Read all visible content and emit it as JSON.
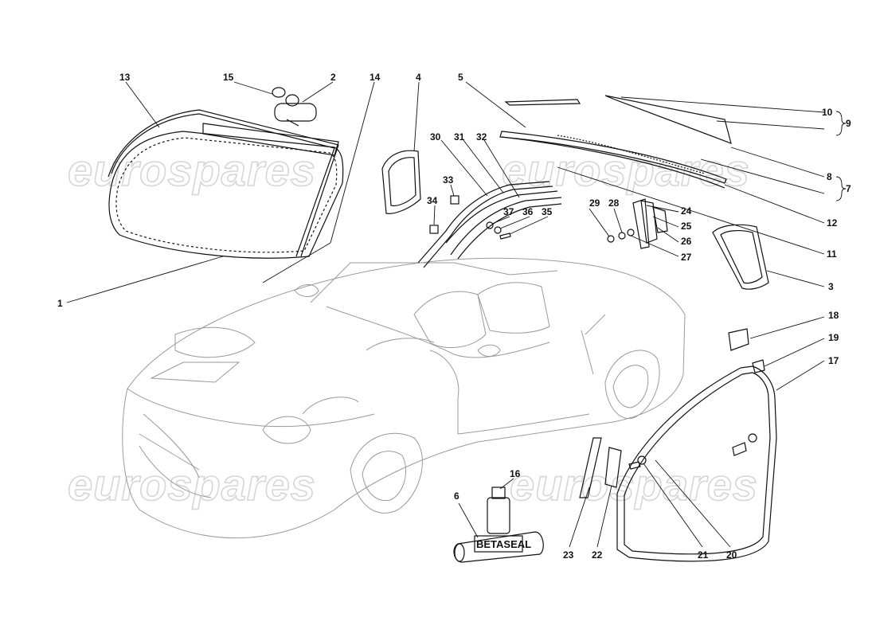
{
  "watermark": {
    "text": "eurospares"
  },
  "product_label": "BETASEAL",
  "callouts": [
    {
      "id": "c1",
      "text": "1"
    },
    {
      "id": "c2",
      "text": "2"
    },
    {
      "id": "c3",
      "text": "3"
    },
    {
      "id": "c4",
      "text": "4"
    },
    {
      "id": "c5",
      "text": "5"
    },
    {
      "id": "c6",
      "text": "6"
    },
    {
      "id": "c7",
      "text": "7"
    },
    {
      "id": "c8",
      "text": "8"
    },
    {
      "id": "c9",
      "text": "9"
    },
    {
      "id": "c10",
      "text": "10"
    },
    {
      "id": "c11",
      "text": "11"
    },
    {
      "id": "c12",
      "text": "12"
    },
    {
      "id": "c13",
      "text": "13"
    },
    {
      "id": "c14",
      "text": "14"
    },
    {
      "id": "c15",
      "text": "15"
    },
    {
      "id": "c16",
      "text": "16"
    },
    {
      "id": "c17",
      "text": "17"
    },
    {
      "id": "c18",
      "text": "18"
    },
    {
      "id": "c19",
      "text": "19"
    },
    {
      "id": "c20",
      "text": "20"
    },
    {
      "id": "c21",
      "text": "21"
    },
    {
      "id": "c22",
      "text": "22"
    },
    {
      "id": "c23",
      "text": "23"
    },
    {
      "id": "c24",
      "text": "24"
    },
    {
      "id": "c25",
      "text": "25"
    },
    {
      "id": "c26",
      "text": "26"
    },
    {
      "id": "c27",
      "text": "27"
    },
    {
      "id": "c28",
      "text": "28"
    },
    {
      "id": "c29",
      "text": "29"
    },
    {
      "id": "c30",
      "text": "30"
    },
    {
      "id": "c31",
      "text": "31"
    },
    {
      "id": "c32",
      "text": "32"
    },
    {
      "id": "c33",
      "text": "33"
    },
    {
      "id": "c34",
      "text": "34"
    },
    {
      "id": "c35",
      "text": "35"
    },
    {
      "id": "c36",
      "text": "36"
    },
    {
      "id": "c37",
      "text": "37"
    }
  ]
}
